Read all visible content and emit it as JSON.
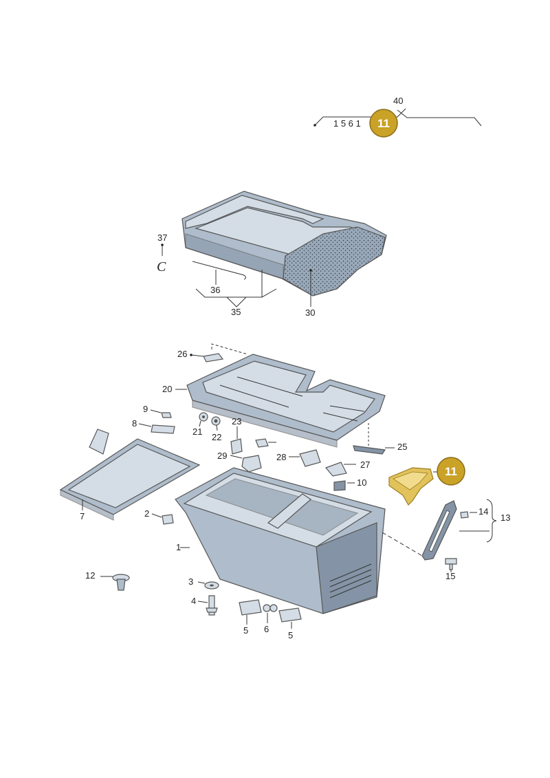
{
  "diagram": {
    "top_group": {
      "sequence": "1 5 6 1",
      "number": "40"
    },
    "callout": {
      "number": "11",
      "color": "#c9a227",
      "border": "#8c6d1a"
    },
    "highlight_color": "#e1c25b",
    "labels": {
      "l1": "1",
      "l2": "2",
      "l3": "3",
      "l4": "4",
      "l5a": "5",
      "l5b": "5",
      "l6": "6",
      "l7": "7",
      "l8": "8",
      "l9": "9",
      "l10": "10",
      "l12": "12",
      "l13": "13",
      "l14": "14",
      "l15": "15",
      "l20": "20",
      "l21": "21",
      "l22": "22",
      "l23": "23",
      "l25": "25",
      "l26": "26",
      "l27": "27",
      "l28": "28",
      "l29": "29",
      "l30": "30",
      "l35": "35",
      "l36": "36",
      "l37": "37",
      "lC": "C"
    }
  }
}
